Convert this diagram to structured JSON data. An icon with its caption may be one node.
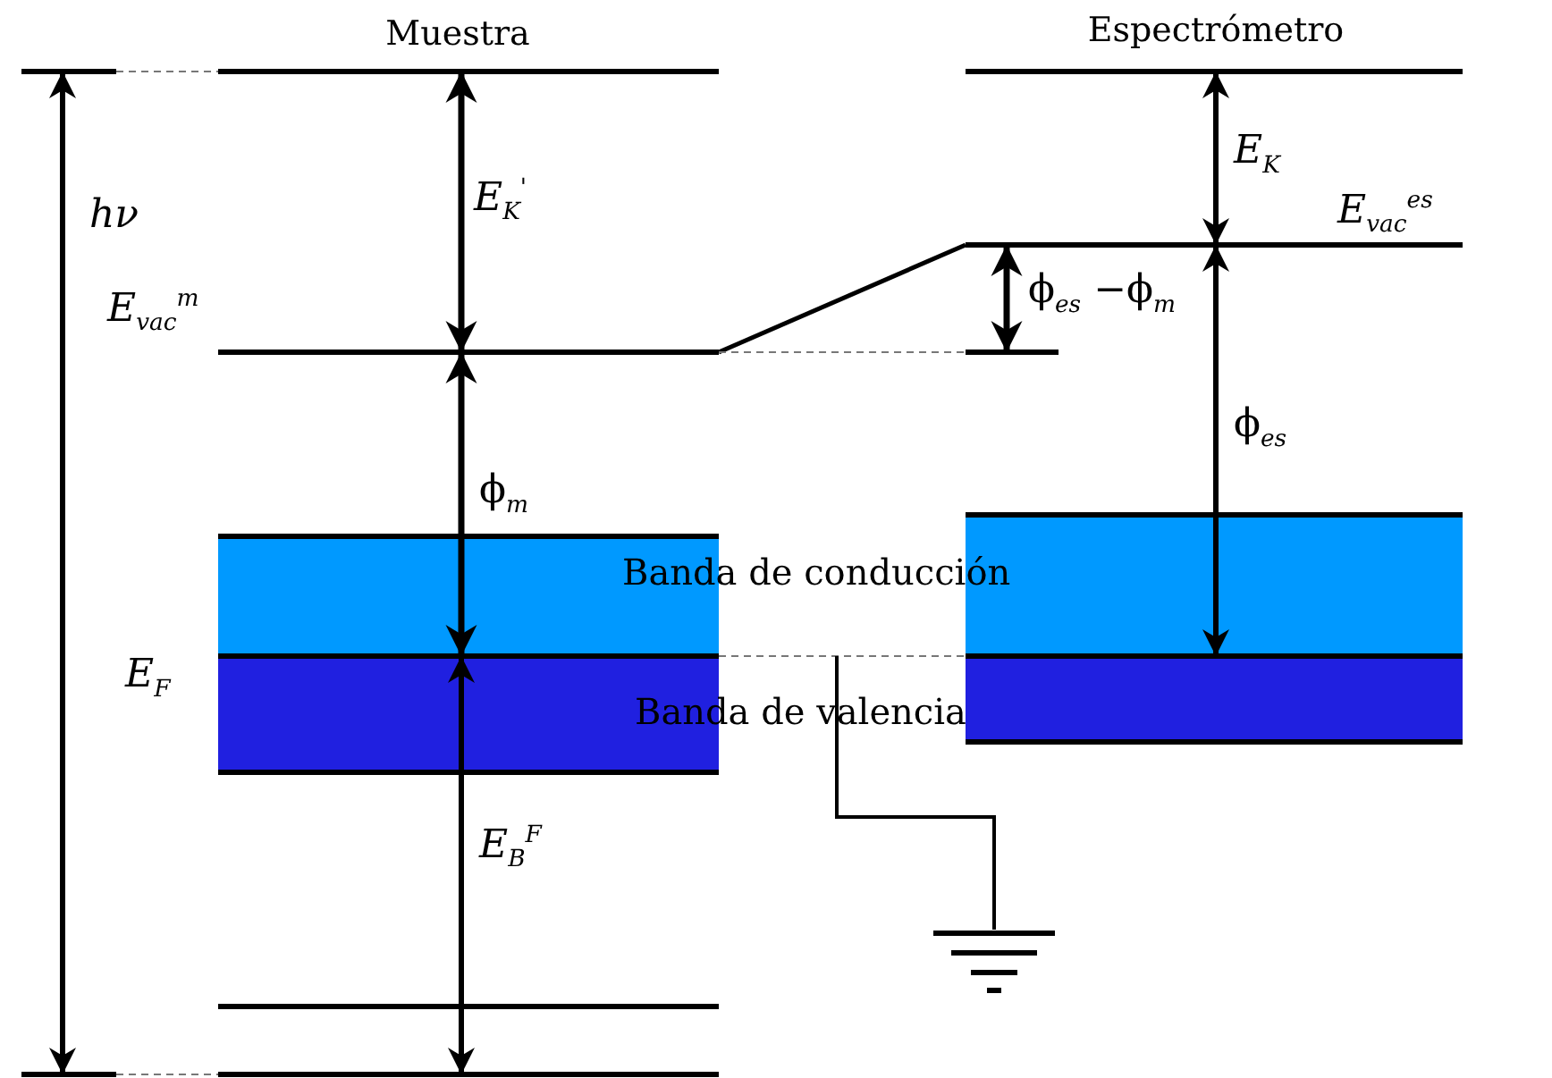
{
  "diagram": {
    "labels": [
      "Muestra",
      "Espectrómetro",
      "hν",
      "*E*$_{K}$$^{'}$",
      "*E*$_{K}$",
      "*E*$_{vac}$$^{es}$",
      "*E*$_{vac}$$^{m}$",
      "ϕ$_{es}$ −ϕ$_{m}$",
      "ϕ$_{es}$",
      "ϕ$_{m}$",
      "Banda de conducción",
      "*E*$_{F}$",
      "Banda de valencia",
      "*E*$_{B}$$^{F}$"
    ]
  }
}
